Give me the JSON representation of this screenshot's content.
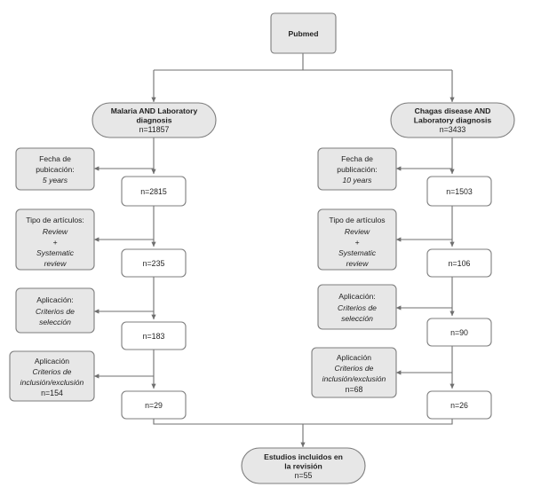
{
  "diagram": {
    "type": "flowchart",
    "title_node": {
      "label": "Pubmed"
    },
    "branches": [
      {
        "id": "malaria",
        "side": "left",
        "header": {
          "line1": "Malaria AND Laboratory",
          "line2": "diagnosis",
          "count": "n=11857"
        },
        "filters": [
          {
            "line1": "Fecha de",
            "line2": "pubicación:",
            "italic": "5 years",
            "count": ""
          },
          {
            "line1": "Tipo de artículos:",
            "italic_lines": [
              "Review",
              "+",
              "Systematic",
              "review"
            ],
            "count": ""
          },
          {
            "line1": "Aplicación:",
            "italic_lines": [
              "Criterios de",
              "selección"
            ],
            "count": ""
          },
          {
            "line1": "Aplicación",
            "italic_lines": [
              "Criterios de",
              "inclusión/exclusión"
            ],
            "count": "n=154"
          }
        ],
        "counts": [
          "n=2815",
          "n=235",
          "n=183",
          "n=29"
        ]
      },
      {
        "id": "chagas",
        "side": "right",
        "header": {
          "line1": "Chagas disease AND",
          "line2": "Laboratory diagnosis",
          "count": "n=3433"
        },
        "filters": [
          {
            "line1": "Fecha de",
            "line2": "publicación:",
            "italic": "10 years",
            "count": ""
          },
          {
            "line1": "Tipo de artículos",
            "italic_lines": [
              "Review",
              "+",
              "Systematic",
              "review"
            ],
            "count": ""
          },
          {
            "line1": "Aplicación:",
            "italic_lines": [
              "Criterios de",
              "selección"
            ],
            "count": ""
          },
          {
            "line1": "Aplicación",
            "italic_lines": [
              "Criterios de",
              "inclusión/exclusión"
            ],
            "count": "n=68"
          }
        ],
        "counts": [
          "n=1503",
          "n=106",
          "n=90",
          "n=26"
        ]
      }
    ],
    "result_node": {
      "line1": "Estudios incluidos en",
      "line2": "la revisión",
      "count": "n=55"
    },
    "colors": {
      "shaded_fill": "#e7e7e7",
      "plain_fill": "#ffffff",
      "stroke": "#7d7d7d",
      "connector": "#6f6f6f",
      "text": "#1f1f1f",
      "background": "#ffffff"
    }
  }
}
